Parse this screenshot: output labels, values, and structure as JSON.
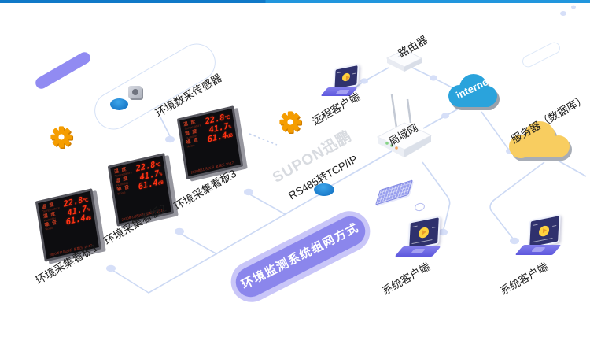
{
  "banner": {
    "label": "环境监测系统组网方式"
  },
  "watermark": {
    "text": "SUPON迅鹏"
  },
  "nodes": {
    "sensor": {
      "label": "环境数采传感器"
    },
    "converter": {
      "label": "RS485转TCP/IP"
    },
    "router": {
      "label": "路由器"
    },
    "remote_client": {
      "label": "远程客户端"
    },
    "lan": {
      "label": "局域网"
    },
    "internet": {
      "label": "internet"
    },
    "server": {
      "label": "服务器（数据库）"
    },
    "system_client_1": {
      "label": "系统客户端"
    },
    "system_client_2": {
      "label": "系统客户端"
    }
  },
  "boards": {
    "labels": [
      "环境采集看板1",
      "环境采集看板2",
      "环境采集看板3"
    ],
    "display": {
      "rows": [
        {
          "label": "温 度",
          "sub": "Temperature",
          "value": "22.8",
          "unit": "℃"
        },
        {
          "label": "湿 度",
          "sub": "Humidity",
          "value": "41.7",
          "unit": "%"
        },
        {
          "label": "噪 音",
          "sub": "Noise",
          "value": "61.4",
          "unit": "dB"
        }
      ],
      "footer": "2020年11月25日 星期三 10:17"
    }
  },
  "colors": {
    "topbar": "#1583d4",
    "line": "#ccd9f4",
    "gear": "#f59d00",
    "internet_cloud": "#2aa3dc",
    "server_cloud": "#f8cd60",
    "led_value": "#ff3214",
    "banner_bg": "#8b86ec",
    "accent_purple": "#918bf2"
  }
}
